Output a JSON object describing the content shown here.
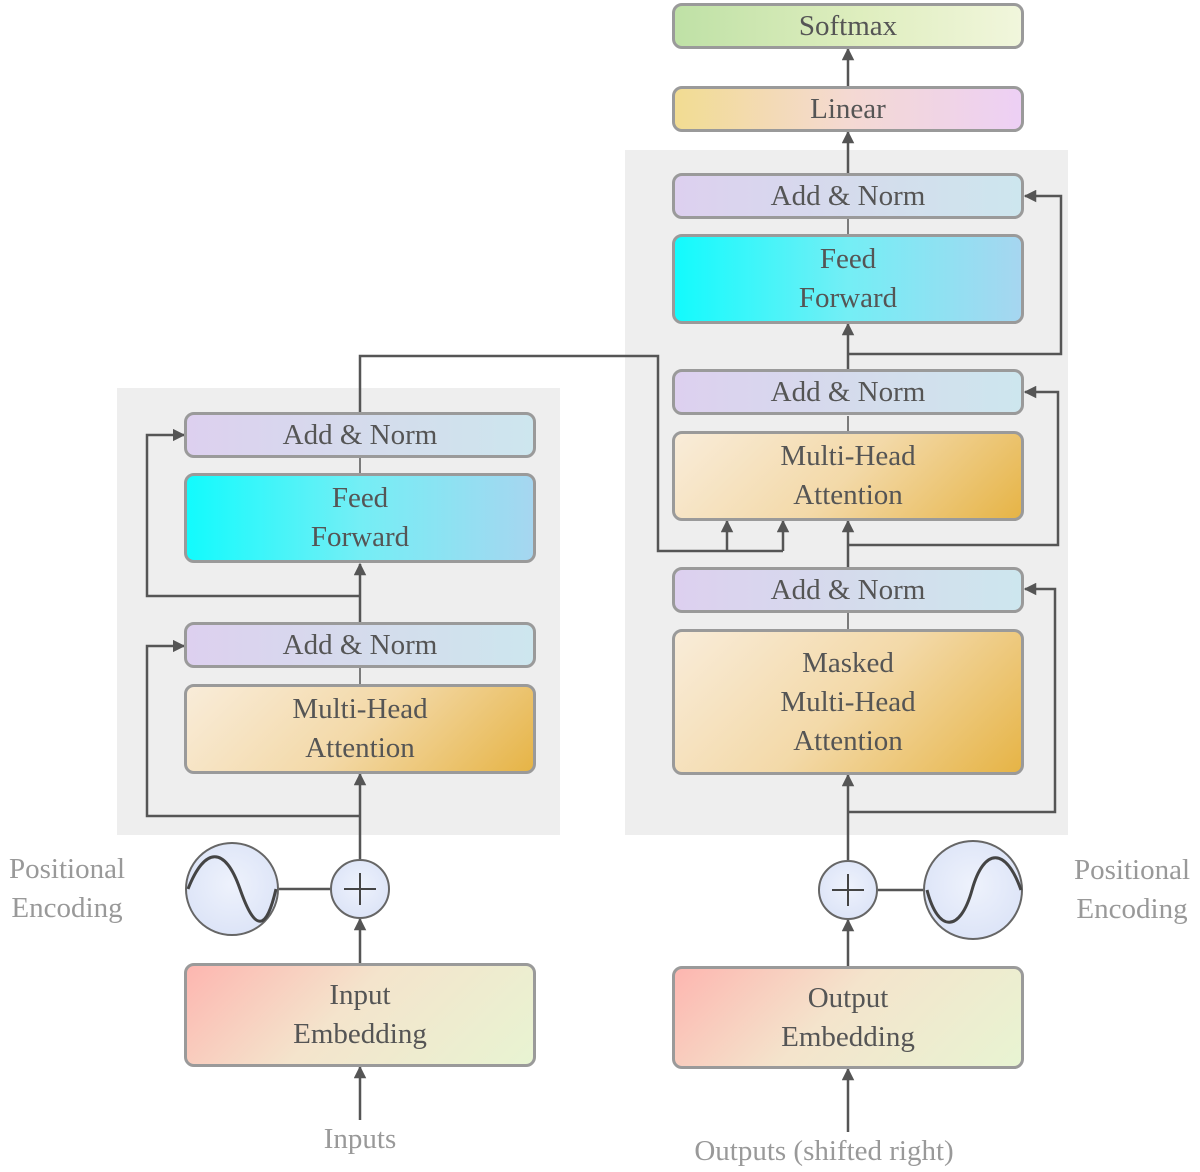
{
  "encoder": {
    "add_norm_top": "Add & Norm",
    "feed_forward": [
      "Feed",
      "Forward"
    ],
    "add_norm_bottom": "Add & Norm",
    "attention": [
      "Multi-Head",
      "Attention"
    ],
    "embedding": [
      "Input",
      "Embedding"
    ],
    "positional_encoding": [
      "Positional",
      "Encoding"
    ],
    "input_label": "Inputs"
  },
  "decoder": {
    "softmax": "Softmax",
    "linear": "Linear",
    "add_norm_top": "Add & Norm",
    "feed_forward": [
      "Feed",
      "Forward"
    ],
    "add_norm_middle": "Add & Norm",
    "cross_attention": [
      "Multi-Head",
      "Attention"
    ],
    "add_norm_bottom": "Add & Norm",
    "masked_attention": [
      "Masked",
      "Multi-Head",
      "Attention"
    ],
    "embedding": [
      "Output",
      "Embedding"
    ],
    "positional_encoding": [
      "Positional",
      "Encoding"
    ],
    "output_label": "Outputs (shifted right)"
  },
  "colors": {
    "panel": "#eeeeee",
    "border": "#9a9a9a",
    "line": "#555555",
    "text": "#555555",
    "label": "#999999"
  }
}
